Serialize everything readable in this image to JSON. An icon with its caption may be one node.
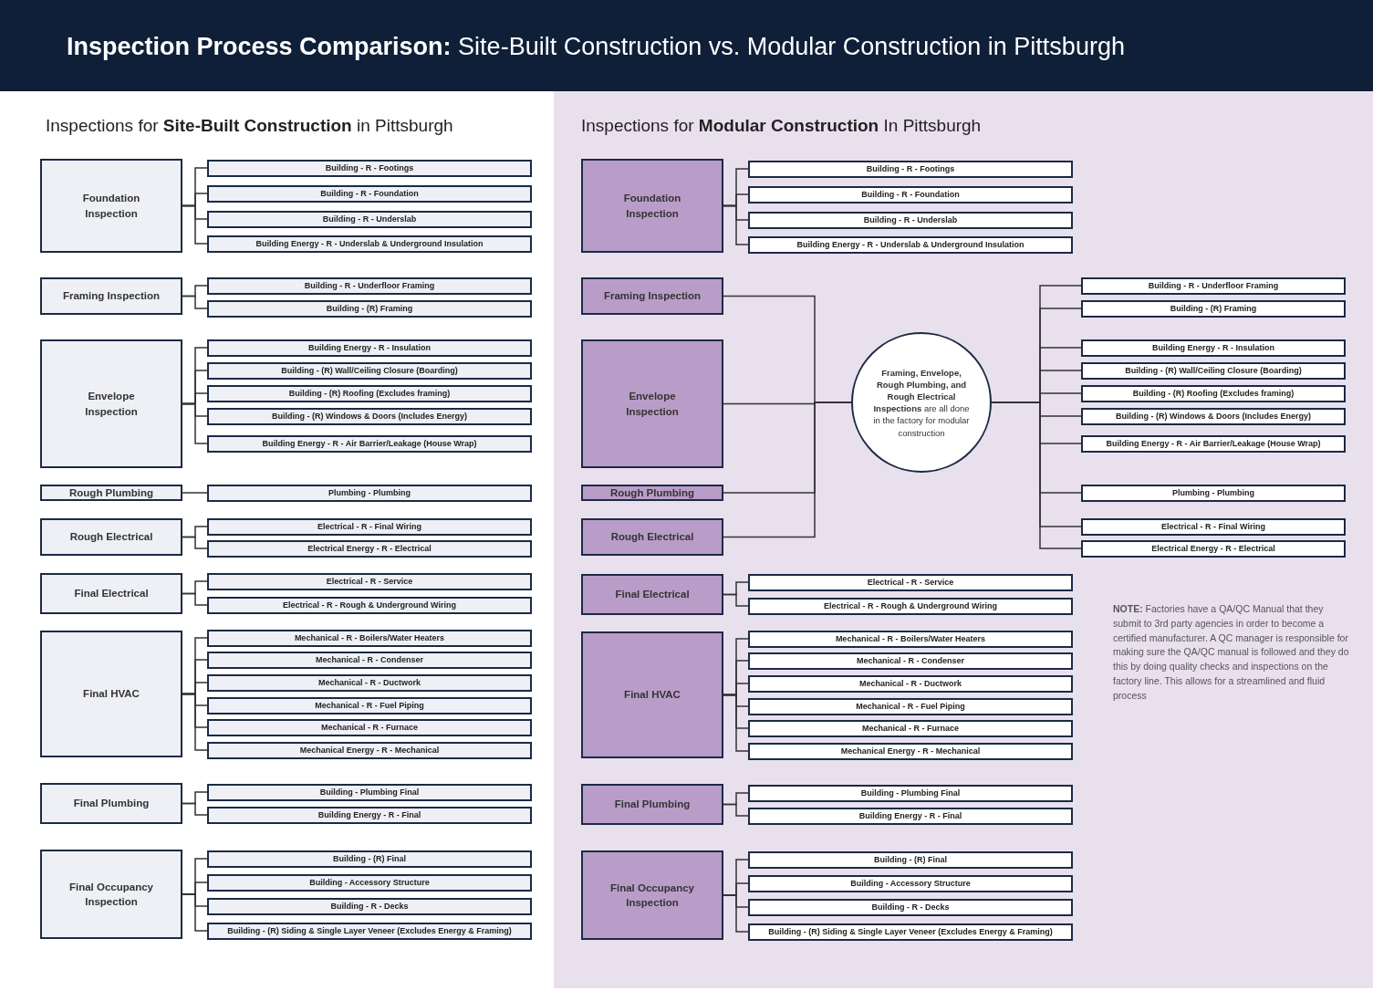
{
  "diagram": {
    "title": "**Inspection Process Comparison:** Site-Built Construction vs. Modular Construction in Pittsburgh",
    "nodes": [
      {
        "text": [
          "Foundation Inspection"
        ]
      },
      {
        "text": [
          "Building - R - Footings"
        ]
      },
      {
        "text": [
          "Building - R - Foundation"
        ]
      },
      {
        "text": [
          "Building - R - Underslab"
        ]
      },
      {
        "text": [
          "Building Energy - R - Underslab & Underground Insulation"
        ]
      },
      {
        "text": [
          "Framing Inspection"
        ]
      },
      {
        "text": [
          "Building - R - Underfloor Framing"
        ]
      },
      {
        "text": [
          "Building - (R) Framing"
        ]
      },
      {
        "text": [
          "Envelope Inspection"
        ]
      },
      {
        "text": [
          "Building Energy - R - Insulation"
        ]
      },
      {
        "text": [
          "Building - (R) Wall/Ceiling Closure (Boarding)"
        ]
      },
      {
        "text": [
          "Building - (R) Roofing (Excludes framing)"
        ]
      },
      {
        "text": [
          "Building - (R) Windows & Doors (Includes Energy)"
        ]
      },
      {
        "text": [
          "Building Energy - R - Air Barrier/Leakage (House Wrap)"
        ]
      },
      {
        "text": [
          "Rough Plumbing"
        ]
      },
      {
        "text": [
          "Plumbing - Plumbing"
        ]
      },
      {
        "text": [
          "Rough Electrical"
        ]
      },
      {
        "text": [
          "Electrical - R - Final Wiring"
        ]
      },
      {
        "text": [
          "Electrical Energy - R - Electrical"
        ]
      },
      {
        "text": [
          "Final Electrical"
        ]
      },
      {
        "text": [
          "Electrical - R - Service"
        ]
      },
      {
        "text": [
          "Electrical - R - Rough & Underground Wiring"
        ]
      },
      {
        "text": [
          "Final HVAC"
        ]
      },
      {
        "text": [
          "Mechanical - R - Boilers/Water Heaters"
        ]
      },
      {
        "text": [
          "Mechanical - R - Condenser"
        ]
      },
      {
        "text": [
          "Mechanical - R - Ductwork"
        ]
      },
      {
        "text": [
          "Mechanical - R - Fuel Piping"
        ]
      },
      {
        "text": [
          "Mechanical - R - Furnace"
        ]
      },
      {
        "text": [
          "Mechanical Energy - R - Mechanical"
        ]
      },
      {
        "text": [
          "Final Plumbing"
        ]
      },
      {
        "text": [
          "Building - Plumbing Final"
        ]
      },
      {
        "text": [
          "Building Energy - R - Final"
        ]
      },
      {
        "text": [
          "Final Occupancy Inspection"
        ]
      },
      {
        "text": [
          "Building - (R) Final"
        ]
      },
      {
        "text": [
          "Building - Accessory Structure"
        ]
      },
      {
        "text": [
          "Building - R - Decks"
        ]
      },
      {
        "text": [
          "Building - (R) Siding & Single Layer Veneer (Excludes Energy & Framing)"
        ]
      },
      {
        "text": [
          "Foundation Inspection"
        ]
      },
      {
        "text": [
          "Building - R - Footings"
        ]
      },
      {
        "text": [
          "Building - R - Foundation"
        ]
      },
      {
        "text": [
          "Building - R - Underslab"
        ]
      },
      {
        "text": [
          "Building Energy - R - Underslab & Underground Insulation"
        ]
      },
      {
        "text": [
          "Framing Inspection"
        ]
      },
      {
        "text": [
          "Envelope Inspection"
        ]
      },
      {
        "text": [
          "Rough Plumbing"
        ]
      },
      {
        "text": [
          "Rough Electrical"
        ]
      },
      {
        "text": [
          "**Framing, Envelope, Rough Plumbing, and Rough Electrical Inspections** are all done in the factory for modular construction"
        ]
      },
      {
        "text": [
          "Building - R - Underfloor Framing"
        ]
      },
      {
        "text": [
          "Building - (R) Framing"
        ]
      },
      {
        "text": [
          "Building Energy - R - Insulation"
        ]
      },
      {
        "text": [
          "Building - (R) Wall/Ceiling Closure (Boarding)"
        ]
      },
      {
        "text": [
          "Building - (R) Roofing (Excludes framing)"
        ]
      },
      {
        "text": [
          "Building - (R) Windows & Doors (Includes Energy)"
        ]
      },
      {
        "text": [
          "Building Energy - R - Air Barrier/Leakage (House Wrap)"
        ]
      },
      {
        "text": [
          "Plumbing - Plumbing"
        ]
      },
      {
        "text": [
          "Electrical - R - Final Wiring"
        ]
      },
      {
        "text": [
          "Electrical Energy - R - Electrical"
        ]
      },
      {
        "text": [
          "Final Electrical"
        ]
      },
      {
        "text": [
          "Electrical - R - Service"
        ]
      },
      {
        "text": [
          "Electrical - R - Rough & Underground Wiring"
        ]
      },
      {
        "text": [
          "Final HVAC"
        ]
      },
      {
        "text": [
          "Mechanical - R - Boilers/Water Heaters"
        ]
      },
      {
        "text": [
          "Mechanical - R - Condenser"
        ]
      },
      {
        "text": [
          "Mechanical - R - Ductwork"
        ]
      },
      {
        "text": [
          "Mechanical - R - Fuel Piping"
        ]
      },
      {
        "text": [
          "Mechanical - R - Furnace"
        ]
      },
      {
        "text": [
          "Mechanical Energy - R - Mechanical"
        ]
      },
      {
        "text": [
          "Final Plumbing"
        ]
      },
      {
        "text": [
          "Building - Plumbing Final"
        ]
      },
      {
        "text": [
          "Building Energy - R - Final"
        ]
      },
      {
        "text": [
          "Final Occupancy Inspection"
        ]
      },
      {
        "text": [
          "Building - (R) Final"
        ]
      },
      {
        "text": [
          "Building - Accessory Structure"
        ]
      },
      {
        "text": [
          "Building - R - Decks"
        ]
      },
      {
        "text": [
          "Building - (R) Siding & Single Layer Veneer (Excludes Energy & Framing)"
        ]
      }
    ],
    "edges": [
      {
        "from": 0,
        "to": 1,
        "arrow": "none"
      },
      {
        "from": 0,
        "to": 2,
        "arrow": "none"
      },
      {
        "from": 0,
        "to": 3,
        "arrow": "none"
      },
      {
        "from": 0,
        "to": 4,
        "arrow": "none"
      },
      {
        "from": 5,
        "to": 6,
        "arrow": "none"
      },
      {
        "from": 5,
        "to": 7,
        "arrow": "none"
      },
      {
        "from": 8,
        "to": 9,
        "arrow": "none"
      },
      {
        "from": 8,
        "to": 10,
        "arrow": "none"
      },
      {
        "from": 8,
        "to": 11,
        "arrow": "none"
      },
      {
        "from": 8,
        "to": 12,
        "arrow": "none"
      },
      {
        "from": 8,
        "to": 13,
        "arrow": "none"
      },
      {
        "from": 14,
        "to": 15,
        "arrow": "none"
      },
      {
        "from": 16,
        "to": 17,
        "arrow": "none"
      },
      {
        "from": 16,
        "to": 18,
        "arrow": "none"
      },
      {
        "from": 19,
        "to": 20,
        "arrow": "none"
      },
      {
        "from": 19,
        "to": 21,
        "arrow": "none"
      },
      {
        "from": 22,
        "to": 23,
        "arrow": "none"
      },
      {
        "from": 22,
        "to": 24,
        "arrow": "none"
      },
      {
        "from": 22,
        "to": 25,
        "arrow": "none"
      },
      {
        "from": 22,
        "to": 26,
        "arrow": "none"
      },
      {
        "from": 22,
        "to": 27,
        "arrow": "none"
      },
      {
        "from": 22,
        "to": 28,
        "arrow": "none"
      },
      {
        "from": 29,
        "to": 30,
        "arrow": "none"
      },
      {
        "from": 29,
        "to": 31,
        "arrow": "none"
      },
      {
        "from": 32,
        "to": 33,
        "arrow": "none"
      },
      {
        "from": 32,
        "to": 34,
        "arrow": "none"
      },
      {
        "from": 32,
        "to": 35,
        "arrow": "none"
      },
      {
        "from": 32,
        "to": 36,
        "arrow": "none"
      },
      {
        "from": 37,
        "to": 38,
        "arrow": "none"
      },
      {
        "from": 37,
        "to": 39,
        "arrow": "none"
      },
      {
        "from": 37,
        "to": 40,
        "arrow": "none"
      },
      {
        "from": 37,
        "to": 41,
        "arrow": "none"
      },
      {
        "from": 42,
        "to": 46,
        "arrow": "none"
      },
      {
        "from": 43,
        "to": 46,
        "arrow": "none"
      },
      {
        "from": 44,
        "to": 46,
        "arrow": "none"
      },
      {
        "from": 45,
        "to": 46,
        "arrow": "none"
      },
      {
        "from": 46,
        "to": 47,
        "arrow": "none"
      },
      {
        "from": 46,
        "to": 48,
        "arrow": "none"
      },
      {
        "from": 46,
        "to": 49,
        "arrow": "none"
      },
      {
        "from": 46,
        "to": 50,
        "arrow": "none"
      },
      {
        "from": 46,
        "to": 51,
        "arrow": "none"
      },
      {
        "from": 46,
        "to": 52,
        "arrow": "none"
      },
      {
        "from": 46,
        "to": 53,
        "arrow": "none"
      },
      {
        "from": 46,
        "to": 54,
        "arrow": "none"
      },
      {
        "from": 46,
        "to": 55,
        "arrow": "none"
      },
      {
        "from": 46,
        "to": 56,
        "arrow": "none"
      },
      {
        "from": 57,
        "to": 58,
        "arrow": "none"
      },
      {
        "from": 57,
        "to": 59,
        "arrow": "none"
      },
      {
        "from": 60,
        "to": 61,
        "arrow": "none"
      },
      {
        "from": 60,
        "to": 62,
        "arrow": "none"
      },
      {
        "from": 60,
        "to": 63,
        "arrow": "none"
      },
      {
        "from": 60,
        "to": 64,
        "arrow": "none"
      },
      {
        "from": 60,
        "to": 65,
        "arrow": "none"
      },
      {
        "from": 60,
        "to": 66,
        "arrow": "none"
      },
      {
        "from": 67,
        "to": 68,
        "arrow": "none"
      },
      {
        "from": 67,
        "to": 69,
        "arrow": "none"
      },
      {
        "from": 70,
        "to": 71,
        "arrow": "none"
      },
      {
        "from": 70,
        "to": 72,
        "arrow": "none"
      },
      {
        "from": 70,
        "to": 73,
        "arrow": "none"
      },
      {
        "from": 70,
        "to": 74,
        "arrow": "none"
      }
    ],
    "labels": [
      "Inspections for **Site-Built Construction** in Pittsburgh",
      "Inspections for **Modular Construction** In Pittsburgh",
      "**NOTE:**  Factories have a QA/QC Manual that they submit to 3rd party agencies in order to become a certified manufacturer. A QC manager is responsible for making sure the QA/QC manual is followed and they do this by doing quality checks and inspections on the factory line. This allows for a streamlined and fluid process"
    ]
  }
}
